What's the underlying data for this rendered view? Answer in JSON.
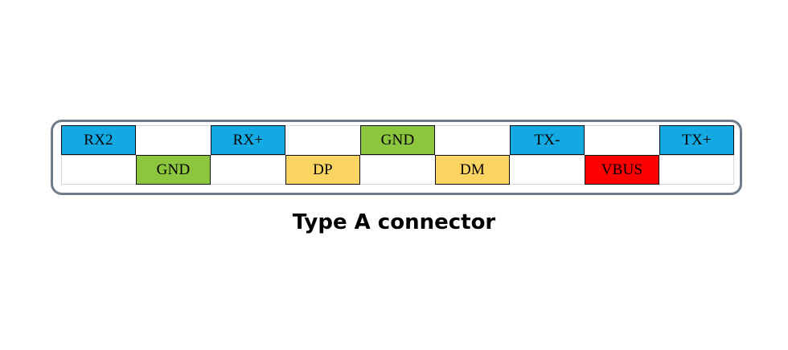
{
  "figure": {
    "caption": "Type A connector",
    "shell": {
      "border_color": "#6e7b8b"
    }
  },
  "colors": {
    "blue": "#13AAE4",
    "green": "#8CC63E",
    "yellow": "#FCD462",
    "red": "#FF0000",
    "white": "#FFFFFF",
    "pad_border": "#0D0D0D",
    "shell_border": "#6E7B8B",
    "grid_line": "#D7D7D7"
  },
  "chart_data": {
    "type": "table",
    "title": "Type A connector",
    "columns": 9,
    "rows": 2,
    "row_labels": [
      "top",
      "bottom"
    ],
    "pins_top": [
      {
        "label": "RX2",
        "color": "#13AAE4",
        "column": 1,
        "present": true
      },
      {
        "label": "",
        "color": "",
        "column": 2,
        "present": false
      },
      {
        "label": "RX+",
        "color": "#13AAE4",
        "column": 3,
        "present": true
      },
      {
        "label": "",
        "color": "",
        "column": 4,
        "present": false
      },
      {
        "label": "GND",
        "color": "#8CC63E",
        "column": 5,
        "present": true
      },
      {
        "label": "",
        "color": "",
        "column": 6,
        "present": false
      },
      {
        "label": "TX-",
        "color": "#13AAE4",
        "column": 7,
        "present": true
      },
      {
        "label": "",
        "color": "",
        "column": 8,
        "present": false
      },
      {
        "label": "TX+",
        "color": "#13AAE4",
        "column": 9,
        "present": true
      }
    ],
    "pins_bottom": [
      {
        "label": "",
        "color": "",
        "column": 1,
        "present": false
      },
      {
        "label": "GND",
        "color": "#8CC63E",
        "column": 2,
        "present": true
      },
      {
        "label": "",
        "color": "",
        "column": 3,
        "present": false
      },
      {
        "label": "DP",
        "color": "#FCD462",
        "column": 4,
        "present": true
      },
      {
        "label": "",
        "color": "",
        "column": 5,
        "present": false
      },
      {
        "label": "DM",
        "color": "#FCD462",
        "column": 6,
        "present": true
      },
      {
        "label": "",
        "color": "",
        "column": 7,
        "present": false
      },
      {
        "label": "VBUS",
        "color": "#FF0000",
        "column": 8,
        "present": true
      },
      {
        "label": "",
        "color": "",
        "column": 9,
        "present": false
      }
    ]
  }
}
